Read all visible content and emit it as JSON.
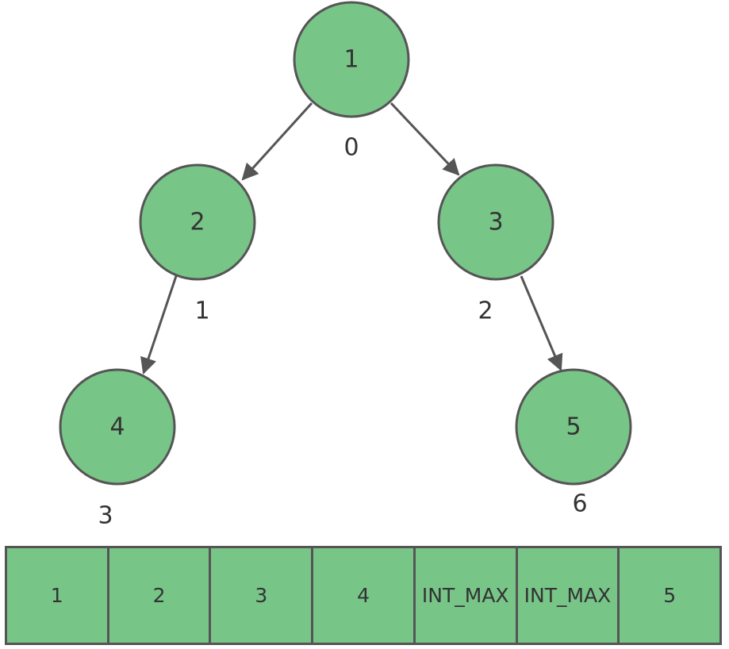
{
  "tree": {
    "nodes": [
      {
        "id": "root",
        "value": "1",
        "index": "0"
      },
      {
        "id": "left",
        "value": "2",
        "index": "1"
      },
      {
        "id": "right",
        "value": "3",
        "index": "2"
      },
      {
        "id": "left-left",
        "value": "4",
        "index": "3"
      },
      {
        "id": "right-right",
        "value": "5",
        "index": "6"
      }
    ],
    "edges": [
      {
        "from": "root",
        "to": "left"
      },
      {
        "from": "root",
        "to": "right"
      },
      {
        "from": "left",
        "to": "left-left"
      },
      {
        "from": "right",
        "to": "right-right"
      }
    ]
  },
  "array": {
    "cells": [
      "1",
      "2",
      "3",
      "4",
      "INT_MAX",
      "INT_MAX",
      "5"
    ]
  },
  "colors": {
    "node_fill": "#78c588",
    "stroke": "#555555",
    "text": "#333333"
  }
}
